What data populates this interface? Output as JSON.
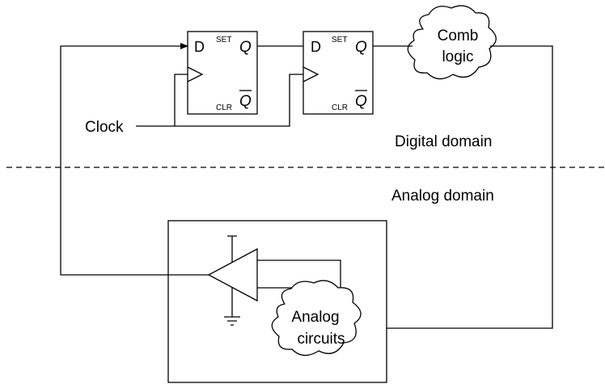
{
  "flip_flops": [
    {
      "d": "D",
      "set": "SET",
      "q": "Q",
      "clr": "CLR",
      "qbar": "Q"
    },
    {
      "d": "D",
      "set": "SET",
      "q": "Q",
      "clr": "CLR",
      "qbar": "Q"
    }
  ],
  "clock_label": "Clock",
  "comb_logic": {
    "line1": "Comb",
    "line2": "logic"
  },
  "domains": {
    "digital": "Digital domain",
    "analog": "Analog domain"
  },
  "analog_circuits": {
    "line1": "Analog",
    "line2": "circuits"
  }
}
